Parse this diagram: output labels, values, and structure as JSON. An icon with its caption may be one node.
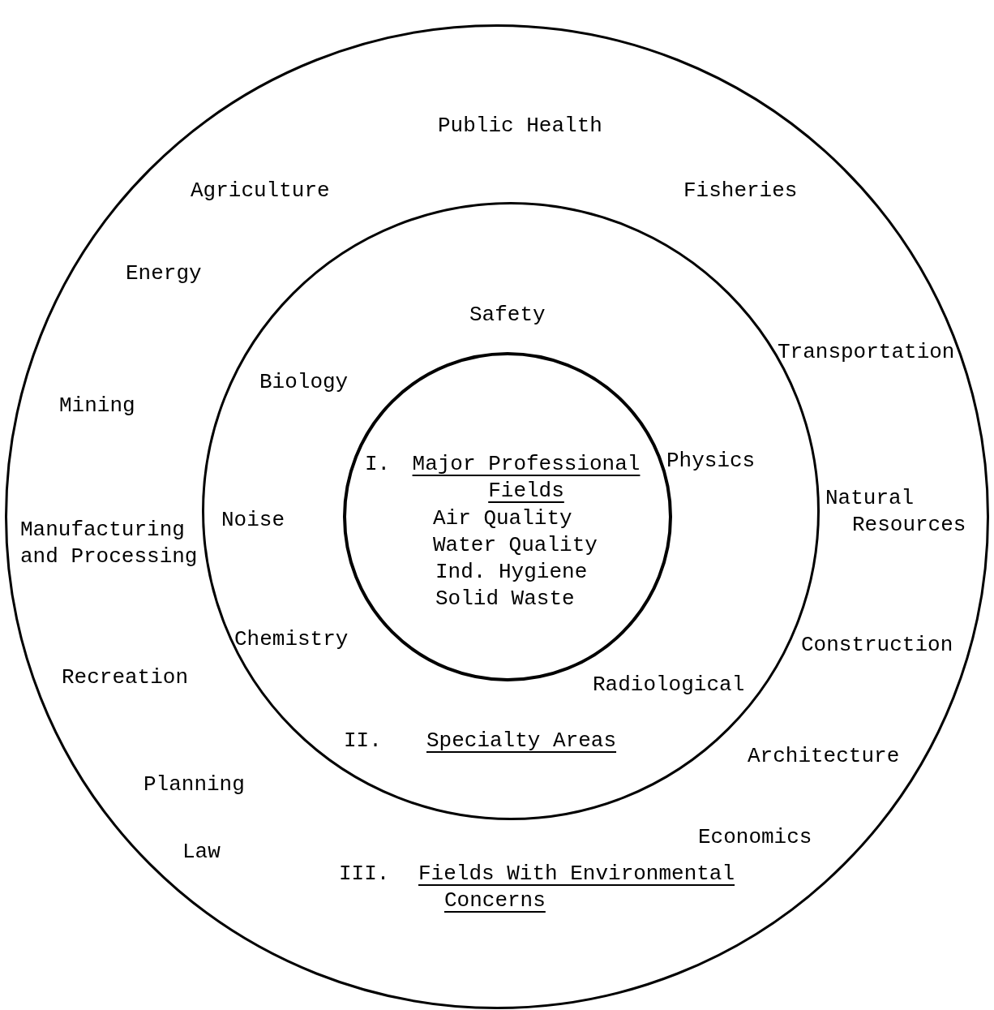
{
  "diagram": {
    "nodes": [
      {
        "text": [
          "Public Health",
          "Agriculture",
          "Fisheries",
          "Energy",
          "Transportation",
          "Mining",
          "Natural Resources",
          "Manufacturing and Processing",
          "Construction",
          "Recreation",
          "Architecture",
          "Planning",
          "Economics",
          "Law",
          "III.",
          "Fields With Environmental Concerns"
        ]
      },
      {
        "text": [
          "Safety",
          "Biology",
          "Physics",
          "Noise",
          "Chemistry",
          "Radiological",
          "II.",
          "Specialty Areas"
        ],
        "in": 0
      },
      {
        "text": [
          "I.",
          "Major Professional Fields",
          "Air Quality",
          "Water Quality",
          "Ind. Hygiene",
          "Solid Waste"
        ],
        "in": 1
      }
    ]
  }
}
